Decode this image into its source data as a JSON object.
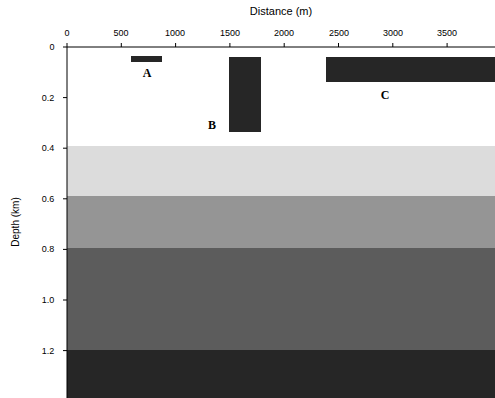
{
  "diagram": {
    "labels": [
      "Distance (m)",
      "0",
      "500",
      "1000",
      "1500",
      "2000",
      "2500",
      "3000",
      "3500",
      "Depth (km)",
      "0",
      "0.2",
      "0.4",
      "0.6",
      "0.8",
      "1.0",
      "1.2",
      "A",
      "B",
      "C"
    ]
  }
}
